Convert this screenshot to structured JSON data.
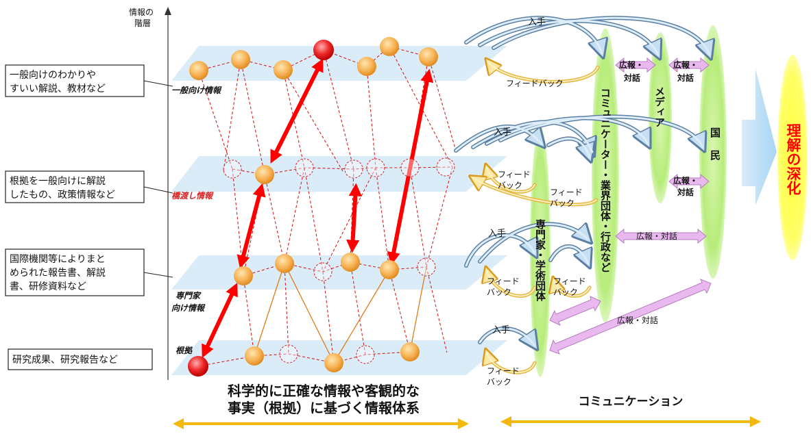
{
  "axis": {
    "label_line1": "情報の",
    "label_line2": "階層"
  },
  "callouts": [
    {
      "line1": "一般向けのわかりや",
      "line2": "すいい解説、教材など"
    },
    {
      "line1": "根拠を一般向けに解説",
      "line2": "したもの、政策情報など"
    },
    {
      "line1": "国際機関等によりまと",
      "line2": "められた報告書、解説",
      "line3": "書、研修資料など"
    },
    {
      "line1": "研究成果、研究報告など"
    }
  ],
  "layers": {
    "general": "一般向け情報",
    "bridge": "橋渡し情報",
    "expert_line1": "専門家",
    "expert_line2": "向け情報",
    "evidence": "根拠"
  },
  "bottom": {
    "left_line1": "科学的に正確な情報や客観的な",
    "left_line2": "事実（根拠）に基づく情報体系",
    "right": "コミュニケーション"
  },
  "actors": {
    "experts": "専門家・学術団体",
    "communicators": "コミュニケーター・業界団体・行政など",
    "media": "メディア",
    "public": "国民"
  },
  "result": "理解の深化",
  "labels": {
    "obtain": "入手",
    "feedback": "フィードバック",
    "feedback_l1": "フィード",
    "feedback_l2": "バック",
    "pr_l1": "広報・",
    "pr_l2": "対話",
    "pr_inline": "広報・対話"
  },
  "colors": {
    "accent_red": "#ff0000",
    "ellipse_green": "#b7ec7a",
    "plane_blue": "#cfe6f7",
    "node_orange": "#f7b356",
    "result_yellow": "#ffff33",
    "double_arrow_pink": "#e9b8ef",
    "gold_arrow": "#e8b53d"
  }
}
